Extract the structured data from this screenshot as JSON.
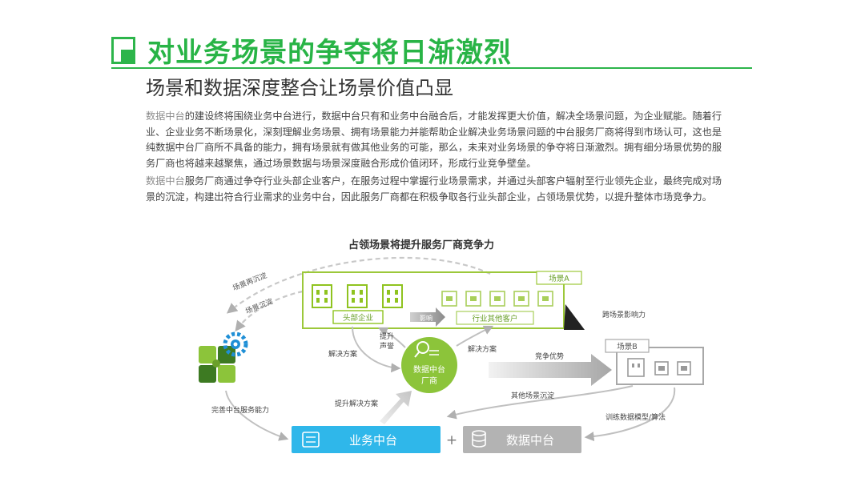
{
  "header": {
    "title": "对业务场景的争夺将日渐激烈",
    "subtitle": "场景和数据深度整合让场景价值凸显"
  },
  "body": {
    "p1_lead": "数据中台",
    "p1_text": "的建设终将围绕业务中台进行，数据中台只有和业务中台融合后，才能发挥更大价值，解决全场景问题，为企业赋能。随着行业、企业业务不断场景化，深刻理解业务场景、拥有场景能力并能帮助企业解决业务场景问题的中台服务厂商将得到市场认可，这也是纯数据中台厂商所不具备的能力，拥有场景就有做其他业务的可能，那么，未来对业务场景的争夺将日渐激烈。拥有细分场景优势的服务厂商也将越来越聚焦，通过场景数据与场景深度融合形成价值闭环，形成行业竞争壁垒。",
    "p2_lead": "数据中台",
    "p2_text": "服务厂商通过争夺行业头部企业客户，在服务过程中掌握行业场景需求，并通过头部客户辐射至行业领先企业，最终完成对场景的沉淀，构建出符合行业需求的业务中台，因此服务厂商都在积极争取各行业头部企业，占领场景优势，以提升整体市场竞争力。"
  },
  "diagram": {
    "title": "占领场景将提升服务厂商竞争力",
    "scene_a": "场景A",
    "scene_b": "场景B",
    "head_enterprise": "头部企业",
    "industry_others": "行业其他客户",
    "influence": "影响",
    "cross_scene": "跨场景影响力",
    "center_line1": "数据中台",
    "center_line2": "厂商",
    "solution_left": "解决方案",
    "solution_right": "解决方案",
    "improve_line1": "提升",
    "improve_line2": "声誉",
    "competitive_edge": "竞争优势",
    "other_scene_deposit": "其他场景沉淀",
    "improve_solution": "提升解决方案",
    "perfect_capability": "完善中台服务能力",
    "train_model": "训练数据模型/算法",
    "scene_deposit_1": "场景再沉淀",
    "scene_deposit_2": "场景沉淀",
    "business_platform": "业务中台",
    "plus": "+",
    "data_platform": "数据中台"
  },
  "colors": {
    "brand_green": "#2db54b",
    "scene_green": "#8fc31f",
    "platform_blue": "#2fb7ea",
    "data_gray": "#b3b3b3"
  }
}
